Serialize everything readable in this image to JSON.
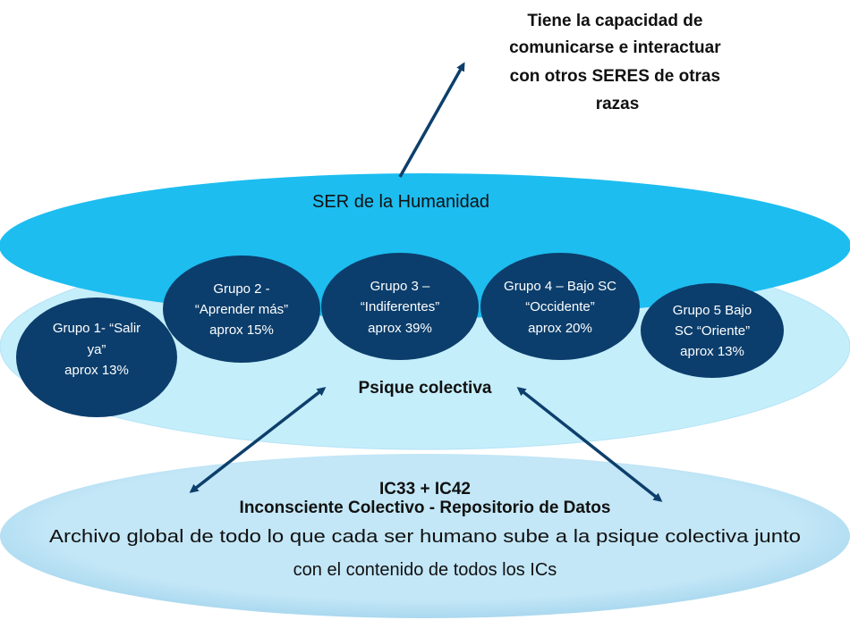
{
  "top_note": {
    "lines": [
      "Tiene la capacidad de",
      "comunicarse e interactuar",
      "con otros SERES de otras",
      "razas"
    ]
  },
  "ser_layer": {
    "label": "SER de la Humanidad",
    "color": "#1dbdf0"
  },
  "psique_layer": {
    "label": "Psique colectiva",
    "color": "#c5eefb"
  },
  "groups": [
    {
      "lines": [
        "Grupo 1- “Salir",
        "ya”",
        "aprox 13%"
      ],
      "percent": 13
    },
    {
      "lines": [
        "Grupo 2 -",
        "“Aprender más”",
        "aprox 15%"
      ],
      "percent": 15
    },
    {
      "lines": [
        "Grupo 3 –",
        "“Indiferentes”",
        "aprox 39%"
      ],
      "percent": 39
    },
    {
      "lines": [
        "Grupo 4 – Bajo SC",
        "“Occidente”",
        "aprox 20%"
      ],
      "percent": 20
    },
    {
      "lines": [
        "Grupo 5 Bajo",
        "SC “Oriente”",
        "aprox 13%"
      ],
      "percent": 13
    }
  ],
  "group_color": "#0b3e6c",
  "inconsciente_layer": {
    "title": "IC33 + IC42",
    "subtitle": "Inconsciente Colectivo - Repositorio de Datos",
    "desc_lines": [
      "Archivo global de todo lo que cada ser humano sube a la psique colectiva junto",
      "con el contenido de todos los ICs"
    ],
    "color": "#c3e7f7"
  },
  "arrow_color": "#0d3f6c"
}
